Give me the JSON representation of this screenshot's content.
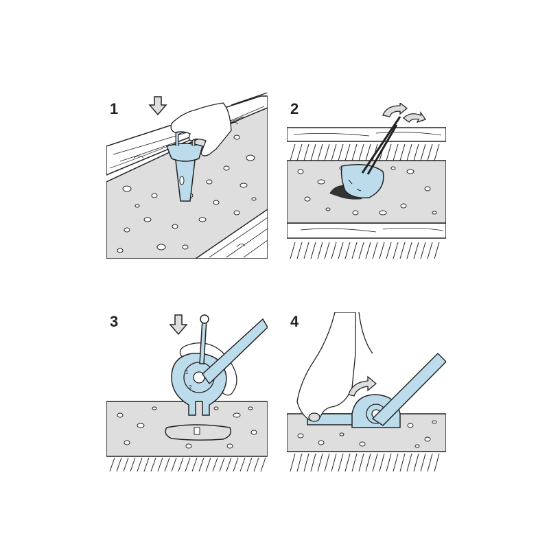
{
  "steps": [
    {
      "number": "1"
    },
    {
      "number": "2"
    },
    {
      "number": "3"
    },
    {
      "number": "4"
    }
  ],
  "step3_dial_marks": [
    "1",
    "2"
  ],
  "colors": {
    "ink": "#222222",
    "concrete": "#dedede",
    "tool": "#bcdcec",
    "tool_dark": "#8fb6cc",
    "wood": "#ffffff",
    "cavity": "#333333"
  },
  "icons": [
    "arrow-down-icon",
    "rotate-arrows-icon",
    "curved-arrow-icon"
  ]
}
